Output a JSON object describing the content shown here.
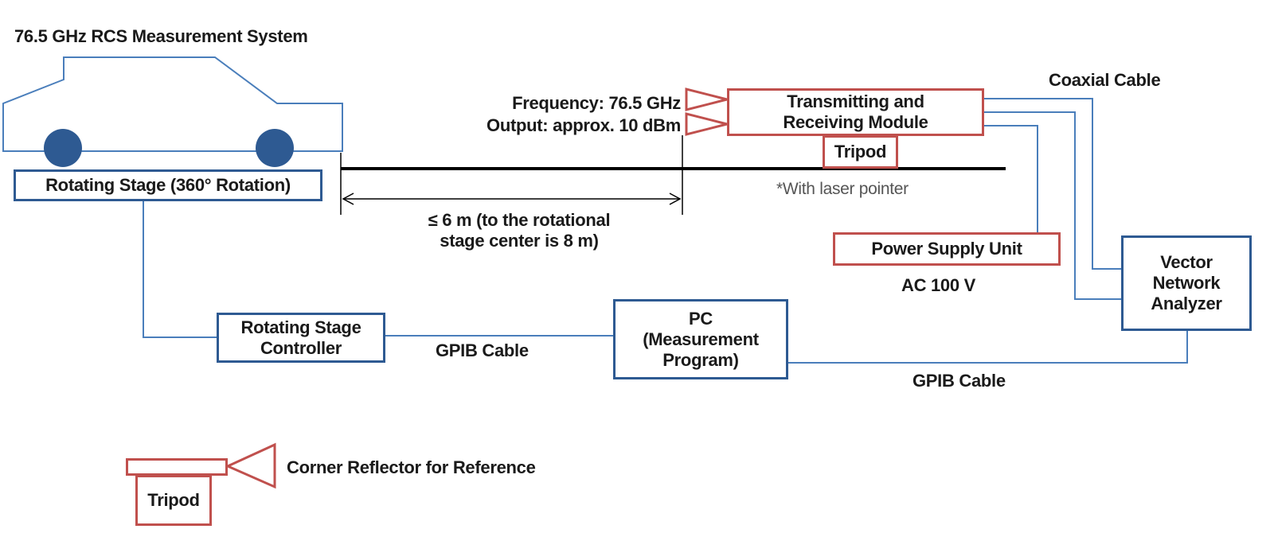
{
  "title": "76.5 GHz RCS Measurement System",
  "colors": {
    "blue": "#2e5a92",
    "car_blue": "#4a7ebb",
    "red": "#c0504d",
    "line": "#000000"
  },
  "labels": {
    "rotating_stage": "Rotating Stage (360° Rotation)",
    "frequency": "Frequency: 76.5 GHz",
    "output": "Output: approx. 10 dBm",
    "trx_line1": "Transmitting and",
    "trx_line2": "Receiving Module",
    "tripod_top": "Tripod",
    "laser_note": "*With laser pointer",
    "distance_line1": "≤ 6 m (to the rotational",
    "distance_line2": "stage center is 8 m)",
    "coaxial_cable": "Coaxial Cable",
    "power_supply": "Power Supply Unit",
    "ac": "AC 100 V",
    "vna_line1": "Vector",
    "vna_line2": "Network",
    "vna_line3": "Analyzer",
    "rsc_line1": "Rotating Stage",
    "rsc_line2": "Controller",
    "gpib_left": "GPIB Cable",
    "pc_line1": "PC",
    "pc_line2": "(Measurement",
    "pc_line3": "Program)",
    "gpib_right": "GPIB Cable",
    "corner_reflector": "Corner Reflector for Reference",
    "tripod_bottom": "Tripod"
  }
}
